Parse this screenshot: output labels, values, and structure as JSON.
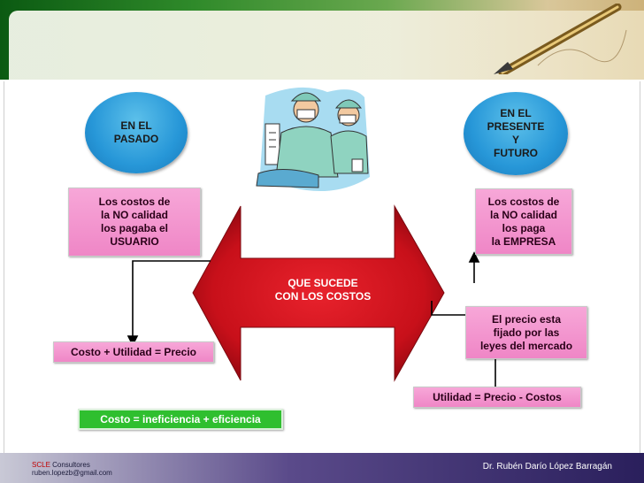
{
  "diagram": {
    "past_label": "EN EL\nPASADO",
    "present_label": "EN EL\nPRESENTE\nY\nFUTURO",
    "past_costs": "Los costos de\nla NO calidad\nlos pagaba el\nUSUARIO",
    "present_costs": "Los costos de\nla NO calidad\nlos paga\nla EMPRESA",
    "center_question": "QUE SUCEDE\nCON LOS COSTOS",
    "market_price": "El precio esta\nfijado por las\nleyes del mercado",
    "old_formula": "Costo + Utilidad = Precio",
    "new_formula": "Utilidad = Precio - Costos",
    "cost_formula": "Costo = ineficiencia + eficiencia"
  },
  "footer": {
    "brand_highlight": "SCLE",
    "brand_rest": " Consultores",
    "email": "ruben.lopezb@gmail.com",
    "author": "Dr. Rubén Darío López Barragán"
  },
  "colors": {
    "oval_blue": "#2797d8",
    "box_pink": "#ef86c6",
    "formula_green": "#2fbf2f",
    "arrow_red": "#c8101a"
  },
  "icons": {
    "illustration": "surgeons-clipart",
    "header_decoration": "fountain-pen"
  }
}
